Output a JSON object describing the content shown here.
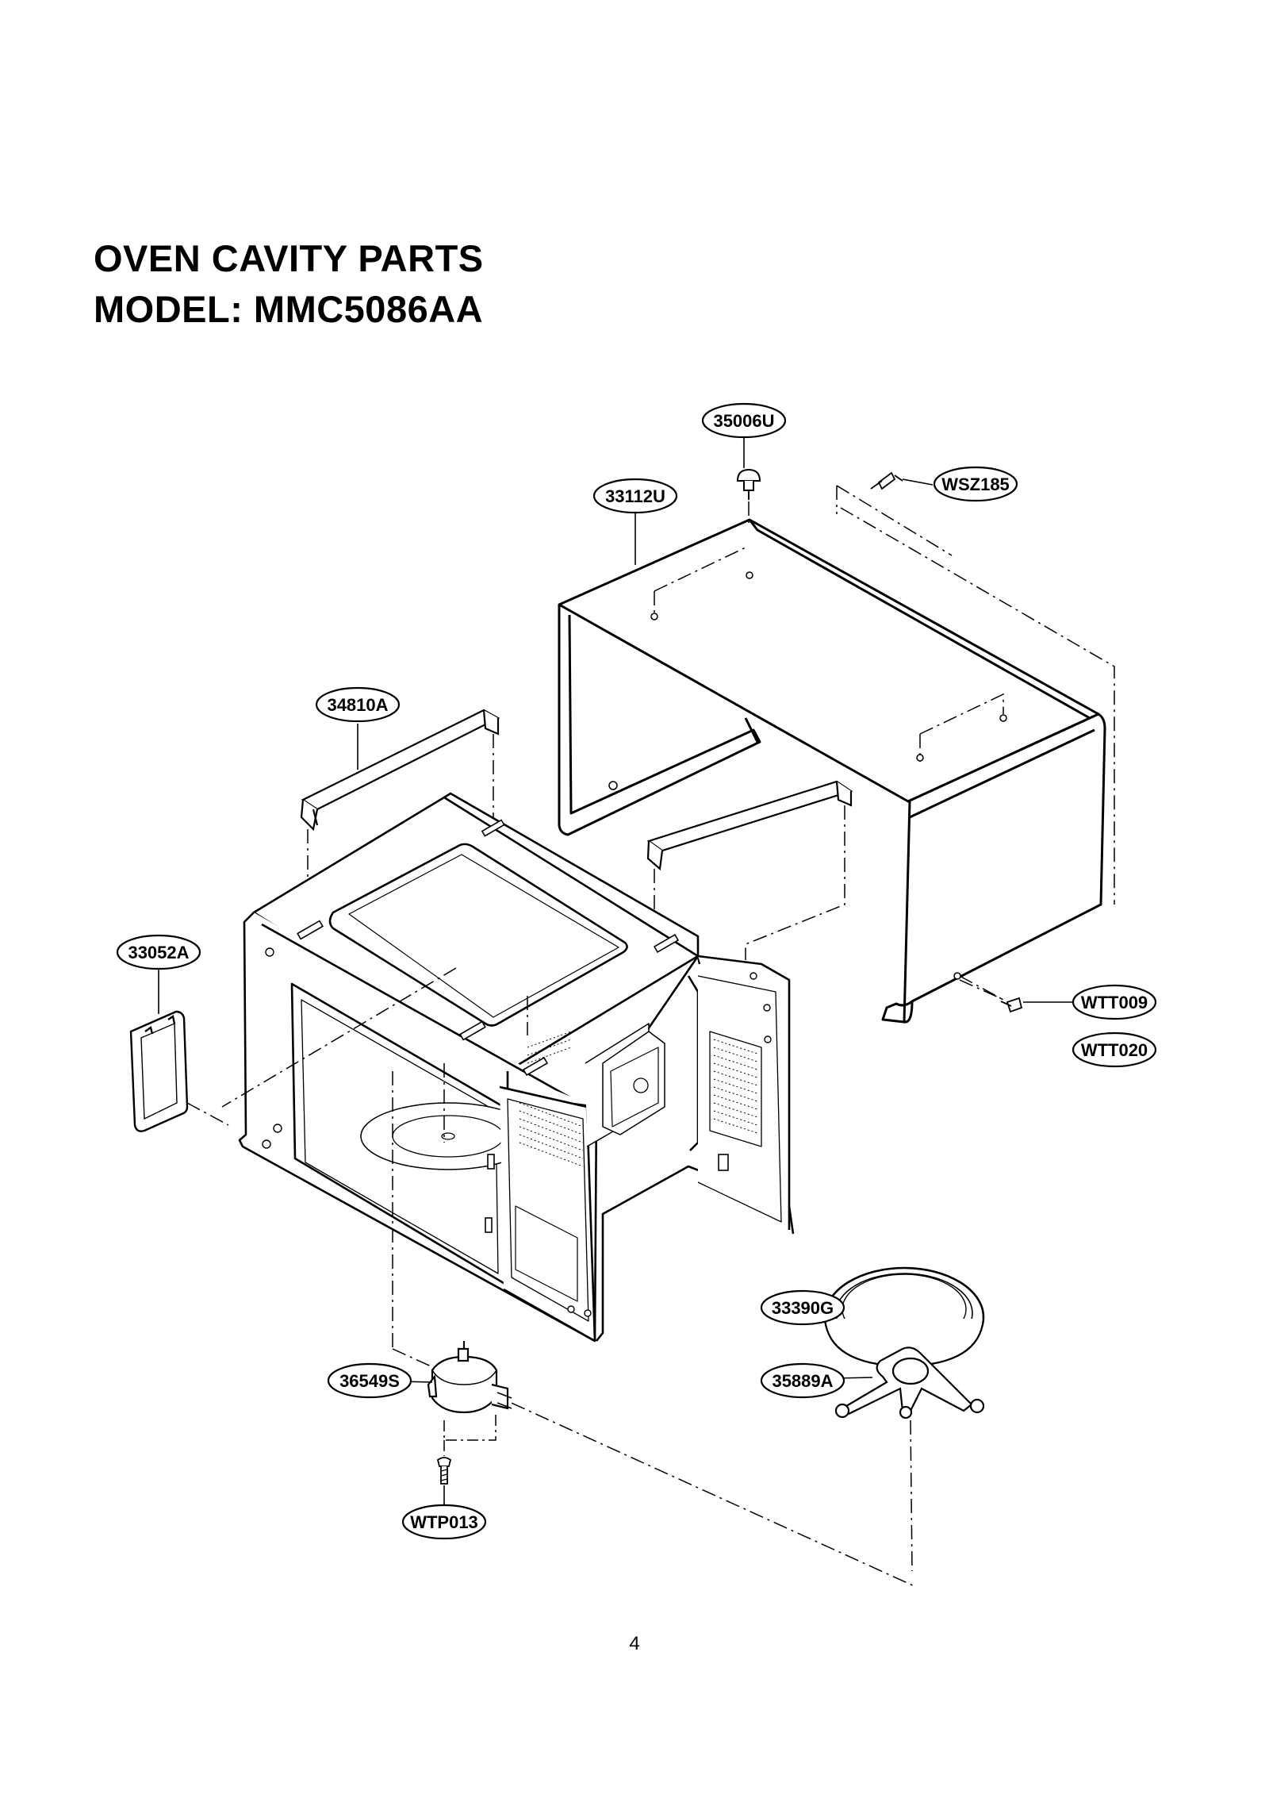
{
  "header": {
    "title": "OVEN CAVITY PARTS",
    "model": "MODEL: MMC5086AA"
  },
  "parts": [
    {
      "code": "35006U"
    },
    {
      "code": "33112U"
    },
    {
      "code": "WSZ185"
    },
    {
      "code": "34810A"
    },
    {
      "code": "33052A"
    },
    {
      "code": "WTT009"
    },
    {
      "code": "WTT020"
    },
    {
      "code": "33390G"
    },
    {
      "code": "35889A"
    },
    {
      "code": "36549S"
    },
    {
      "code": "WTP013"
    }
  ],
  "footer": {
    "page_number": "4"
  }
}
